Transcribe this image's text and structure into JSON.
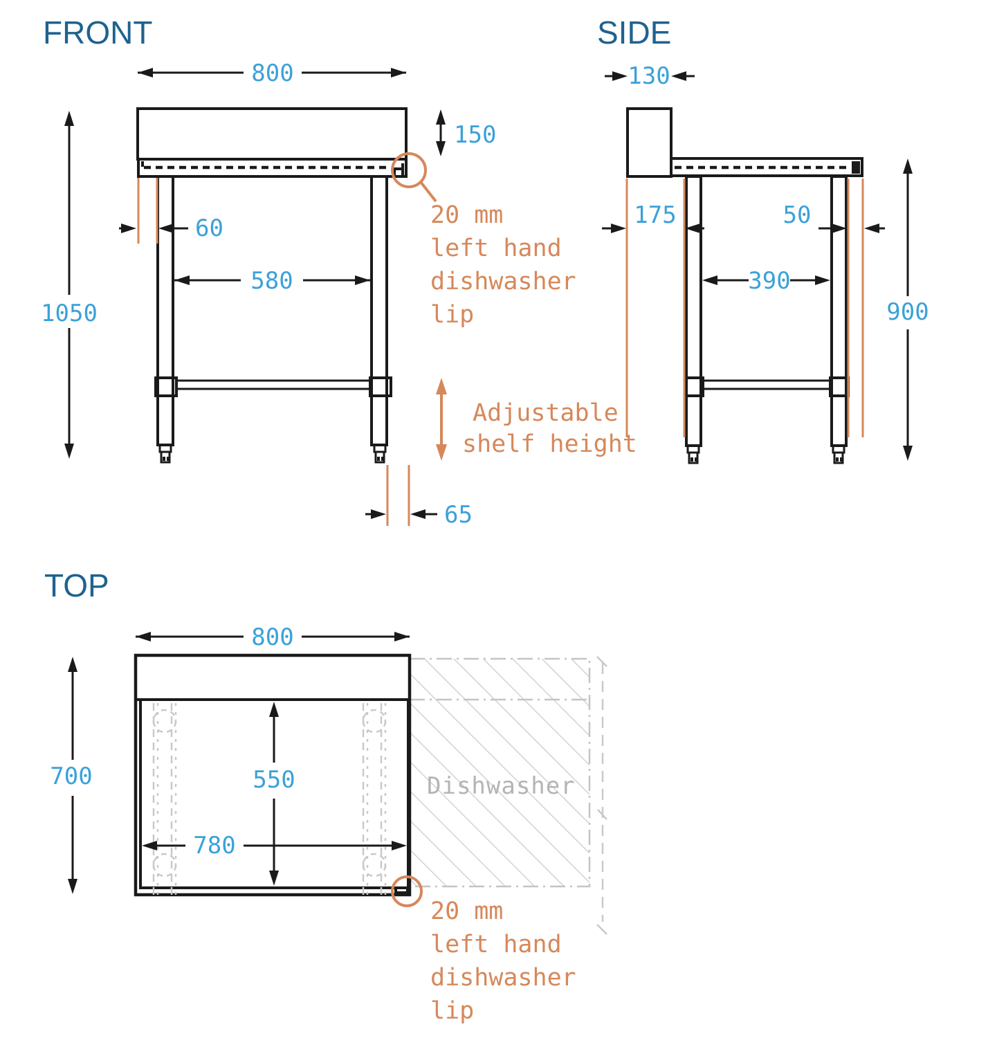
{
  "drawing": {
    "type": "dimensioned technical drawing",
    "subject": "dishwasher side table with backsplash and adjustable shelf",
    "units": "mm"
  },
  "colors": {
    "title_blue": "#1f628f",
    "dimension_blue": "#3ba1d8",
    "annotation_orange": "#d6885a",
    "line_black": "#1a1a1a",
    "hidden_gray": "#c9c9c9",
    "label_gray": "#b4b4b4",
    "background": "#ffffff"
  },
  "views": {
    "front": {
      "title": "FRONT",
      "dims": {
        "overall_width": "800",
        "backsplash_height": "150",
        "edge_to_leg": "60",
        "between_legs": "580",
        "overall_height": "1050",
        "leg_to_edge": "65"
      }
    },
    "side": {
      "title": "SIDE",
      "dims": {
        "backsplash_depth": "130",
        "back_overhang": "175",
        "leg_width": "50",
        "between_legs": "390",
        "worktop_height": "900"
      }
    },
    "top": {
      "title": "TOP",
      "dims": {
        "overall_width": "800",
        "overall_depth": "700",
        "inner_depth": "550",
        "inner_width": "780"
      },
      "dishwasher_label": "Dishwasher"
    }
  },
  "annotations": {
    "lip_front": {
      "lines": [
        "20 mm",
        "left hand",
        "dishwasher",
        "lip"
      ]
    },
    "lip_top": {
      "lines": [
        "20 mm",
        "left hand",
        "dishwasher",
        "lip"
      ]
    },
    "adjustable": {
      "lines": [
        "Adjustable",
        "shelf height"
      ]
    }
  }
}
